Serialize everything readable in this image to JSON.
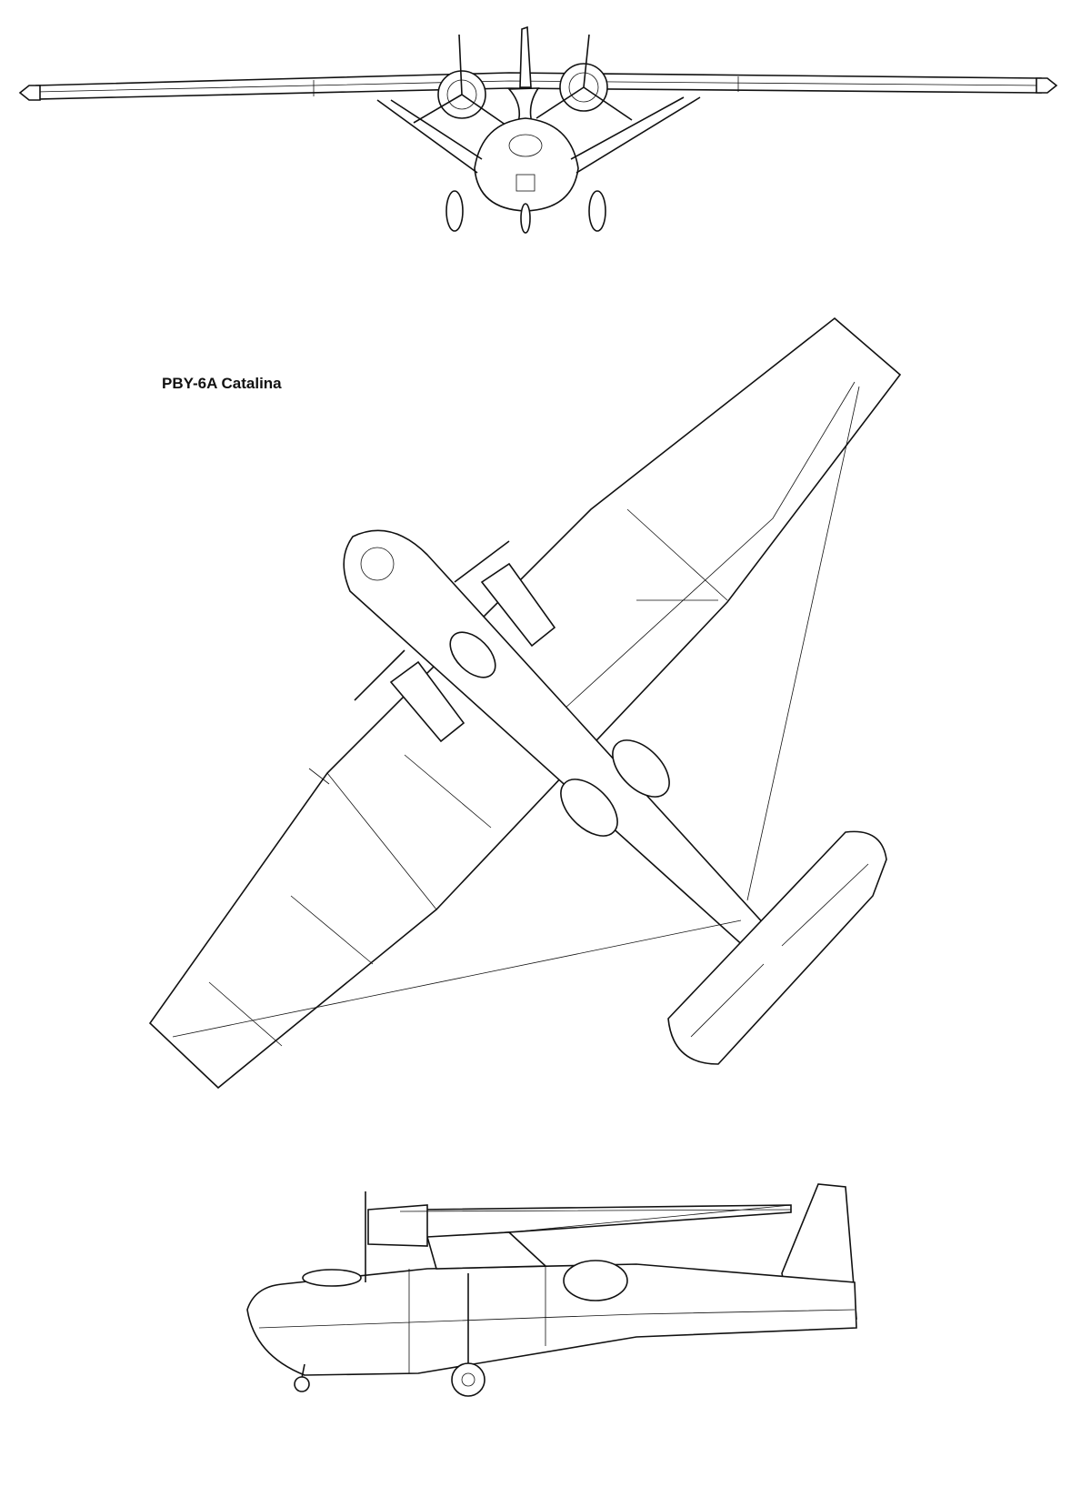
{
  "diagram": {
    "title": "PBY-6A Catalina",
    "views": [
      "front-view",
      "plan-view",
      "side-view"
    ],
    "line_color": "#111111",
    "background": "#ffffff"
  }
}
